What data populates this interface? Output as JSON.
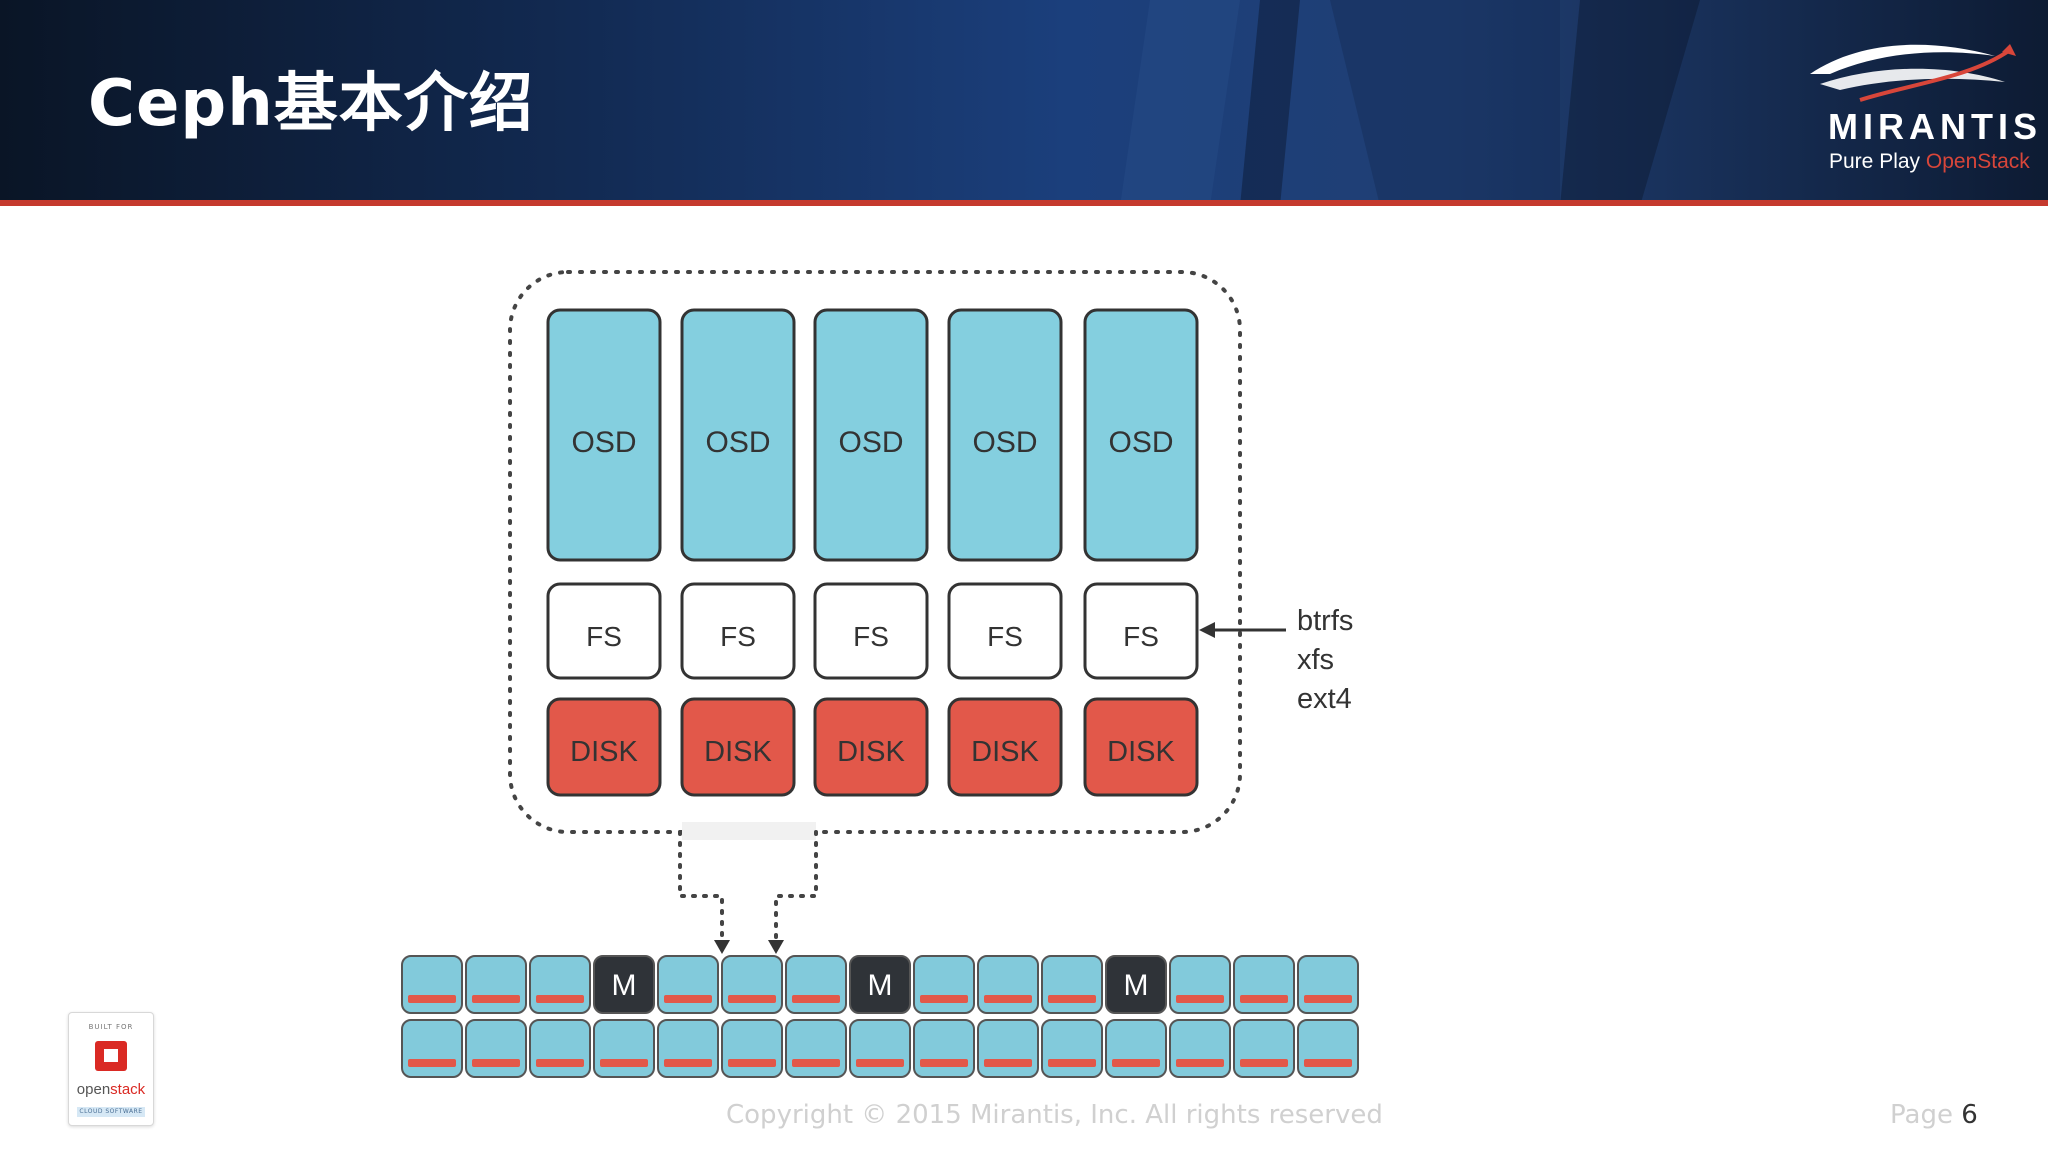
{
  "header": {
    "title": "Ceph基本介绍",
    "logo": {
      "word": "MIRANTIS",
      "tag_prefix": "Pure Play ",
      "tag_highlight": "OpenStack"
    }
  },
  "diagram": {
    "osd_label": "OSD",
    "fs_label": "FS",
    "disk_label": "DISK",
    "node_count": 5,
    "fs_types": [
      "btrfs",
      "xfs",
      "ext4"
    ],
    "monitor_label": "M",
    "cluster_columns": 15,
    "monitor_columns": [
      3,
      7,
      11
    ]
  },
  "badge": {
    "top": "BUILT FOR",
    "name_prefix": "open",
    "name_highlight": "stack",
    "sub": "CLOUD SOFTWARE"
  },
  "footer": {
    "copyright": "Copyright © 2015 Mirantis, Inc. All rights reserved",
    "page_label": "Page ",
    "page_number": "6"
  },
  "colors": {
    "osd": "#84cfdf",
    "disk": "#e2584a",
    "monitor": "#2f3338",
    "cluster_box": "#82cadb",
    "header_accent": "#c53a2e"
  }
}
